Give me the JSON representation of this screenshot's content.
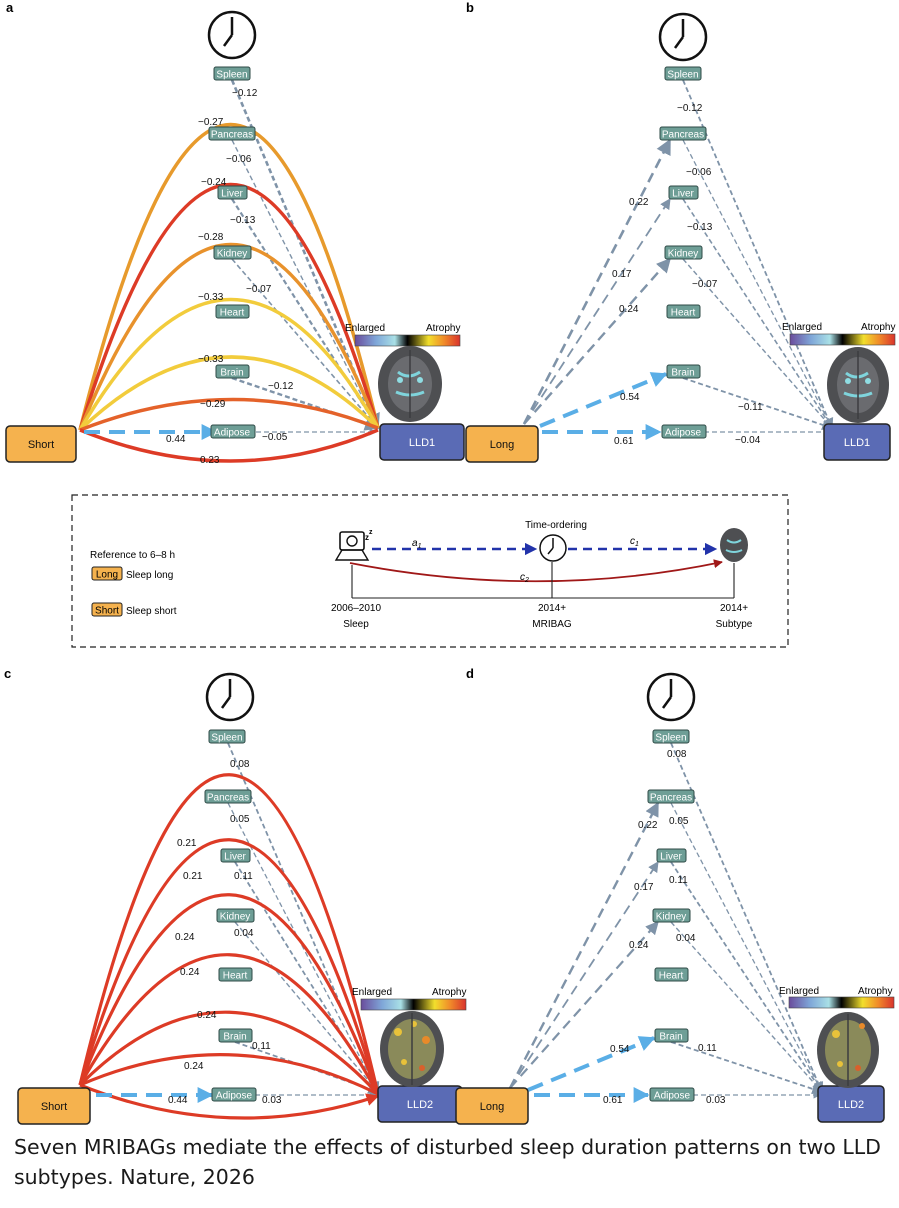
{
  "panels": {
    "a": {
      "letter": "a",
      "source": "Short",
      "target": "LLD1"
    },
    "b": {
      "letter": "b",
      "source": "Long",
      "target": "LLD1"
    },
    "c": {
      "letter": "c",
      "source": "Short",
      "target": "LLD2"
    },
    "d": {
      "letter": "d",
      "source": "Long",
      "target": "LLD2"
    }
  },
  "organs": [
    "Spleen",
    "Pancreas",
    "Liver",
    "Kidney",
    "Heart",
    "Brain",
    "Adipose"
  ],
  "colorbar": {
    "left": "Enlarged",
    "right": "Atrophy"
  },
  "legend": {
    "reference": "Reference to 6–8 h",
    "long_badge": "Long",
    "long_text": "Sleep long",
    "short_badge": "Short",
    "short_text": "Sleep short",
    "time_ordering": "Time-ordering",
    "a1": "a",
    "a1_sub": "1",
    "c1": "c",
    "c1_sub": "1",
    "c2": "c",
    "c2_sub": "2",
    "t1_year": "2006–2010",
    "t1_label": "Sleep",
    "t2_year": "2014+",
    "t2_label": "MRIBAG",
    "t3_year": "2014+",
    "t3_label": "Subtype"
  },
  "labels": {
    "a": {
      "edge_src": [
        "−0.27",
        "−0.24",
        "−0.28",
        "−0.33",
        "−0.33",
        "−0.29",
        "0.44",
        "0.23"
      ],
      "edge_tgt": [
        "−0.12",
        "−0.06",
        "−0.13",
        "−0.07",
        "−0.12",
        "−0.05"
      ]
    },
    "b": {
      "edge_src": [
        "0.22",
        "0.17",
        "0.24",
        "0.54",
        "0.61"
      ],
      "edge_tgt": [
        "−0.12",
        "−0.06",
        "−0.13",
        "−0.07",
        "−0.11",
        "−0.04"
      ]
    },
    "c": {
      "edge_src": [
        "0.21",
        "0.21",
        "0.24",
        "0.24",
        "0.24",
        "0.24",
        "0.44"
      ],
      "edge_tgt": [
        "0.08",
        "0.05",
        "0.11",
        "0.04",
        "0.11",
        "0.03"
      ]
    },
    "d": {
      "edge_src": [
        "0.22",
        "0.17",
        "0.24",
        "0.54",
        "0.61"
      ],
      "edge_tgt": [
        "0.08",
        "0.05",
        "0.11",
        "0.04",
        "0.11",
        "0.03"
      ]
    }
  },
  "colors": {
    "source_fill": "#f5b24e",
    "target_fill": "#5a6bb5",
    "organ_fill": "#6e9e96",
    "mediator_edge": "#7f93a8",
    "strong_blue": "#5aaee6",
    "red": "#dd3b26",
    "orange": "#e79a2c",
    "yellow": "#f2cc3c"
  },
  "caption": "Seven MRIBAGs mediate the effects of disturbed sleep duration patterns on two LLD subtypes. Nature, 2026"
}
